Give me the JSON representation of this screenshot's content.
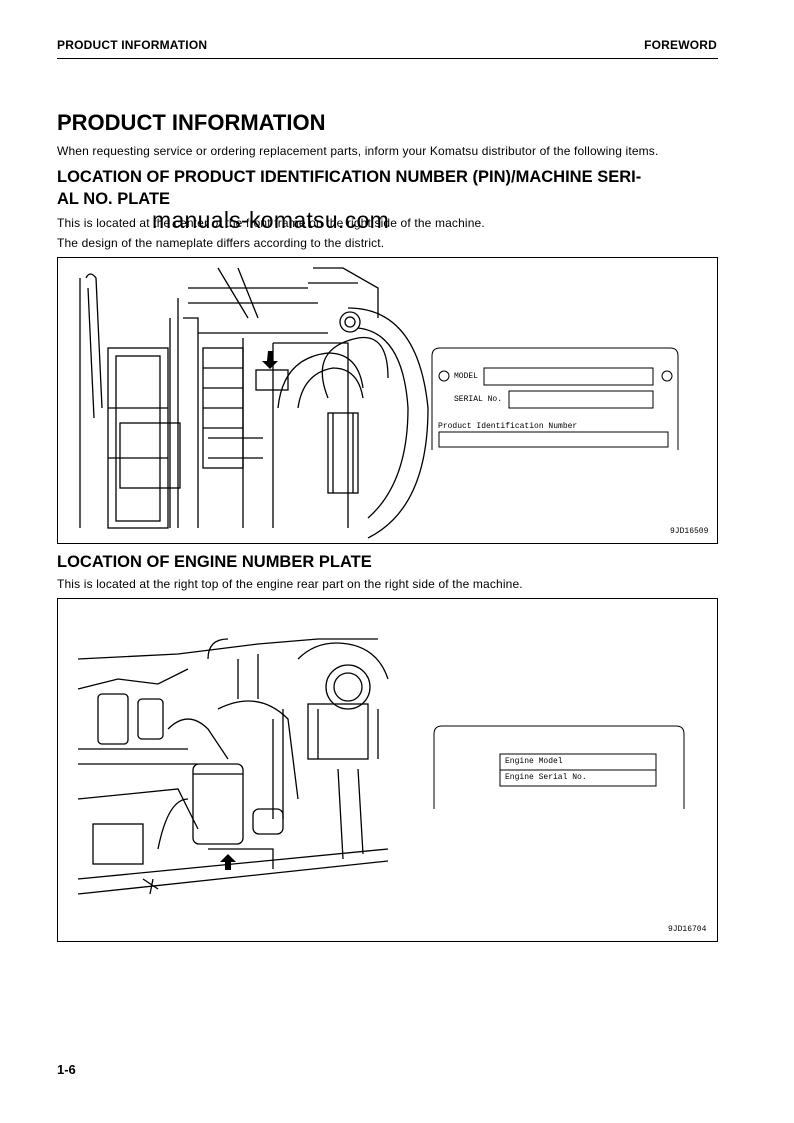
{
  "header": {
    "left": "PRODUCT INFORMATION",
    "right": "FOREWORD"
  },
  "title": "PRODUCT INFORMATION",
  "intro": "When requesting service or ordering replacement parts, inform your Komatsu distributor of the following items.",
  "section1": {
    "heading_line1": "LOCATION OF PRODUCT IDENTIFICATION NUMBER (PIN)/MACHINE SERI-",
    "heading_line2": "AL NO. PLATE",
    "text1": "This is located at the center of the front frame on the right side of the machine.",
    "text2": "The design of the nameplate differs according to the district.",
    "watermark": "manuals-komatsu.com",
    "plate": {
      "model_label": "MODEL",
      "serial_label": "SERIAL No.",
      "pin_label": "Product Identification Number"
    },
    "figure_id": "9JD16509"
  },
  "section2": {
    "heading": "LOCATION OF ENGINE NUMBER PLATE",
    "text": "This is located at the right top of the engine rear part on the right side of the machine.",
    "plate": {
      "engine_model_label": "Engine Model",
      "engine_serial_label": "Engine Serial No."
    },
    "figure_id": "9JD16704"
  },
  "page_number": "1-6"
}
